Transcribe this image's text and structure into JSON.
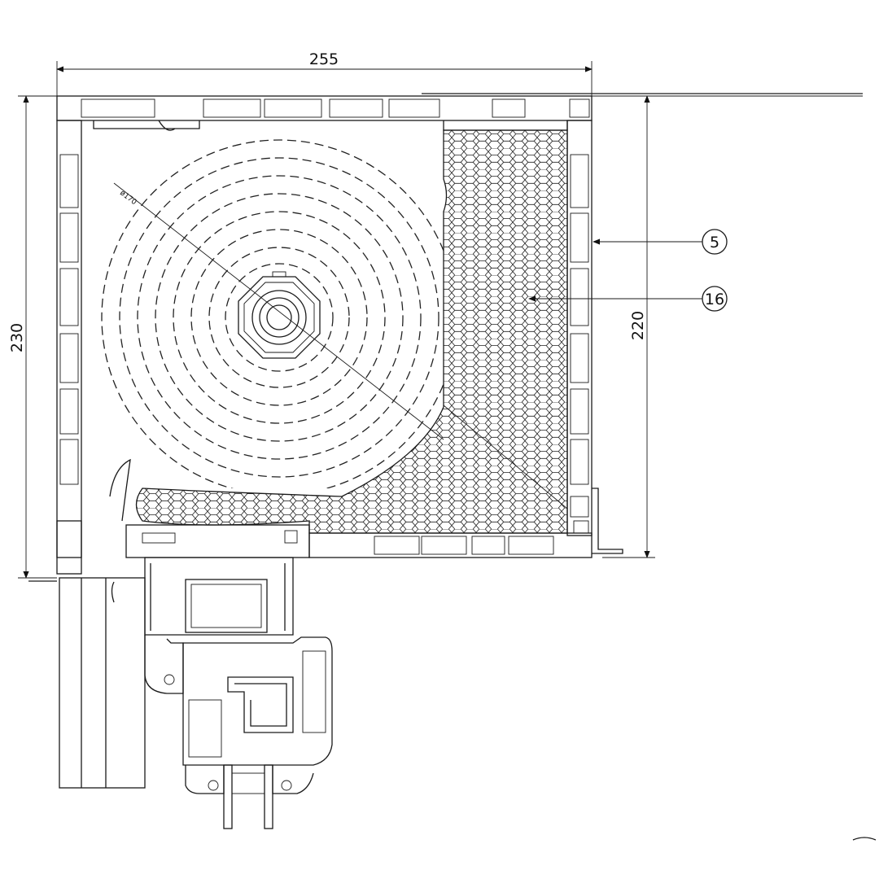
{
  "dimensions": {
    "width_top": "255",
    "height_left": "230",
    "height_right": "220",
    "roll_diameter": "ø170"
  },
  "callouts": [
    {
      "label": "5"
    },
    {
      "label": "16"
    }
  ],
  "colors": {
    "line": "#1a1a1a",
    "background": "#ffffff"
  }
}
